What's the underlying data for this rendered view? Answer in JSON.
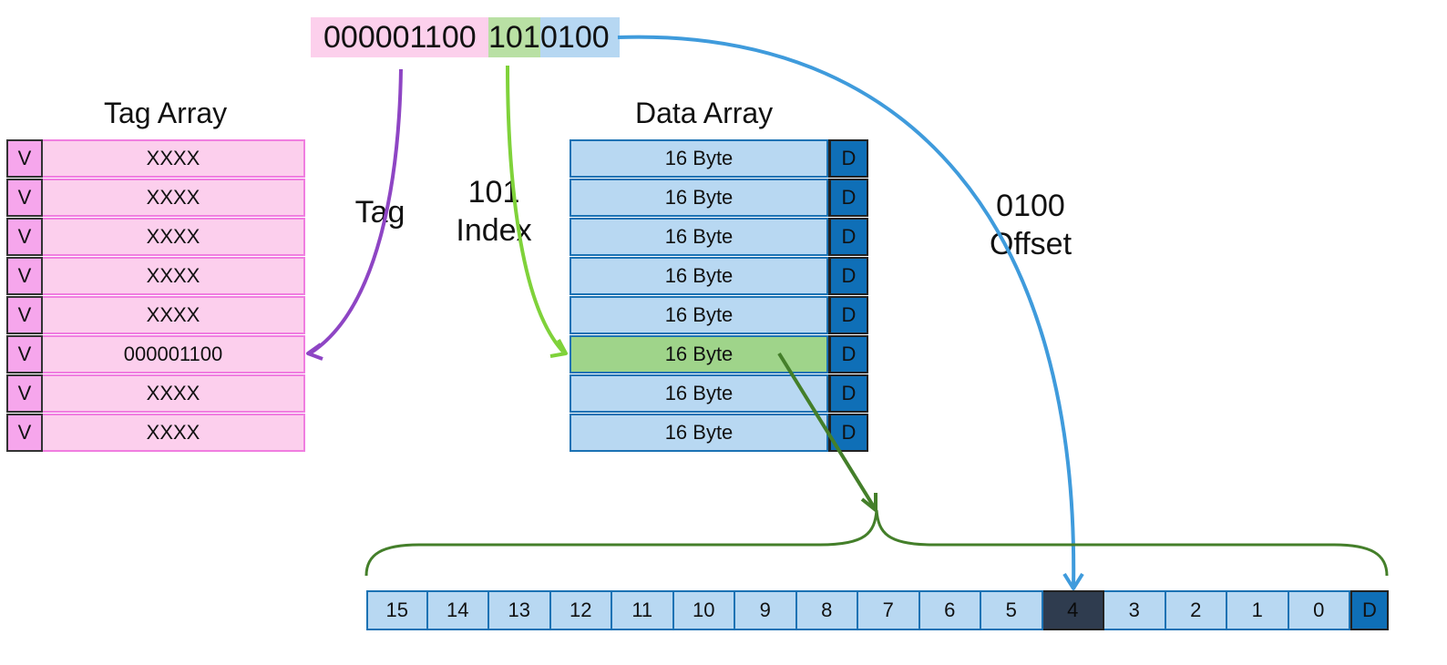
{
  "address": {
    "tag_bits": "000001100",
    "index_bits": "101",
    "offset_bits": "0100"
  },
  "tag_array": {
    "title": "Tag Array",
    "valid_label": "V",
    "rows": [
      "XXXX",
      "XXXX",
      "XXXX",
      "XXXX",
      "XXXX",
      "000001100",
      "XXXX",
      "XXXX"
    ],
    "highlight_row": 5
  },
  "data_array": {
    "title": "Data Array",
    "dirty_label": "D",
    "rows": [
      "16 Byte",
      "16 Byte",
      "16 Byte",
      "16 Byte",
      "16 Byte",
      "16 Byte",
      "16 Byte",
      "16 Byte"
    ],
    "highlight_row": 5
  },
  "labels": {
    "tag": "Tag",
    "index_value": "101",
    "index_name": "Index",
    "offset_value": "0100",
    "offset_name": "Offset"
  },
  "byte_strip": {
    "cells": [
      "15",
      "14",
      "13",
      "12",
      "11",
      "10",
      "9",
      "8",
      "7",
      "6",
      "5",
      "4",
      "3",
      "2",
      "1",
      "0"
    ],
    "selected": "4",
    "dirty_label": "D"
  },
  "colors": {
    "tag_arrow": "#8e45c4",
    "index_arrow": "#7fd23a",
    "offset_arrow": "#3f9bdc",
    "brace": "#447f2a"
  }
}
